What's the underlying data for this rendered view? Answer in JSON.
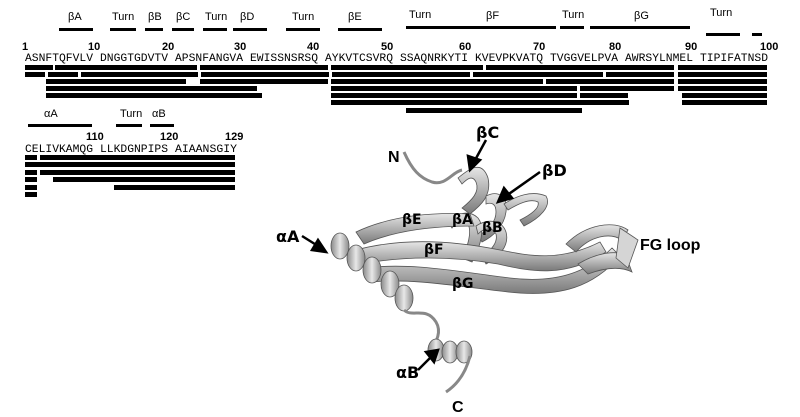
{
  "structure_labels": [
    "βA",
    "Turn",
    "βB",
    "βC",
    "Turn",
    "βD",
    "Turn",
    "βE",
    "Turn",
    "βF",
    "Turn",
    "βG",
    "Turn",
    "αA",
    "Turn",
    "αB"
  ],
  "residue_numbers": [
    "1",
    "10",
    "20",
    "30",
    "40",
    "50",
    "60",
    "70",
    "80",
    "90",
    "100",
    "110",
    "120",
    "129"
  ],
  "sequence": {
    "line1": [
      "ASNFTQFVLV",
      "DNGGTGDVTV",
      "APSNFANGVA",
      "EWISSNSRSQ",
      "AYKVTCSVRQ",
      "SSAQNRKYTI",
      "KVEVPKVATQ",
      "TVGGVELPVA",
      "AWRSYLNMEL",
      "TIPIFATNSD"
    ],
    "line2": [
      "CELIVKAMQG",
      "LLKDGNPIPS",
      "AIAANSGIY"
    ]
  },
  "structure_panel": {
    "termini": [
      "N",
      "C"
    ],
    "strands": [
      "βC",
      "βD",
      "βA",
      "βB",
      "βE",
      "βF",
      "βG"
    ],
    "helices": [
      "αA",
      "αB"
    ],
    "loop": "FG loop"
  }
}
